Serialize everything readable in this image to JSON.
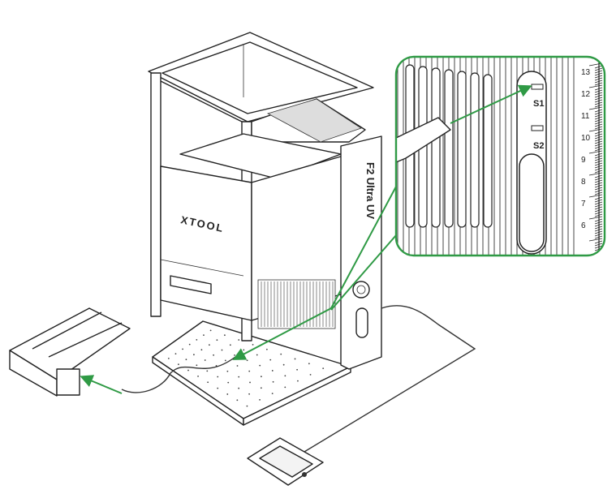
{
  "machine": {
    "brand_label": "XTOOL",
    "model_label": "F2 Ultra UV"
  },
  "detail_inset": {
    "port_labels": [
      "S1",
      "S2"
    ],
    "ruler_ticks": [
      "13",
      "12",
      "11",
      "10",
      "9",
      "8",
      "7",
      "6"
    ]
  },
  "colors": {
    "callout_green": "#2f9a45",
    "line": "#222222"
  }
}
